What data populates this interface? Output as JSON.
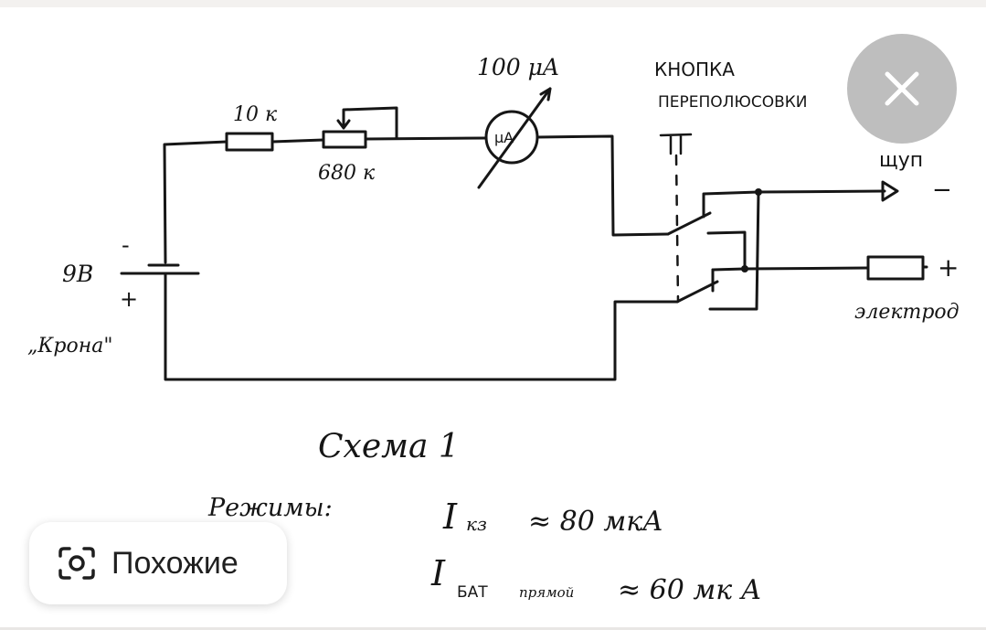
{
  "schematic": {
    "resistor_1": "10 к",
    "resistor_2": "680 к",
    "meter_range": "100 μA",
    "meter_symbol": "μA",
    "button_title_1": "КНОПКА",
    "button_title_2": "ПЕРЕПОЛЮСОВКИ",
    "button_symbol": "П",
    "probe": "щуп",
    "probe_polarity": "−",
    "electrode": "электрод",
    "electrode_polarity": "+",
    "battery_voltage": "9В",
    "battery_minus": "-",
    "battery_plus": "+",
    "battery_name": "„Крона\"",
    "caption": "Схема 1",
    "modes_label": "Режимы:",
    "mode_1_symbol": "I",
    "mode_1_sub": "кз",
    "mode_1_value": "≈ 80 мкА",
    "mode_2_symbol": "I",
    "mode_2_sub": "БАТ",
    "mode_2_sub2": "прямой",
    "mode_2_value": "≈ 60 мк А"
  },
  "overlay": {
    "similar_label": "Похожие",
    "close_icon": "close-icon",
    "lens_icon": "camera-lens-icon"
  }
}
